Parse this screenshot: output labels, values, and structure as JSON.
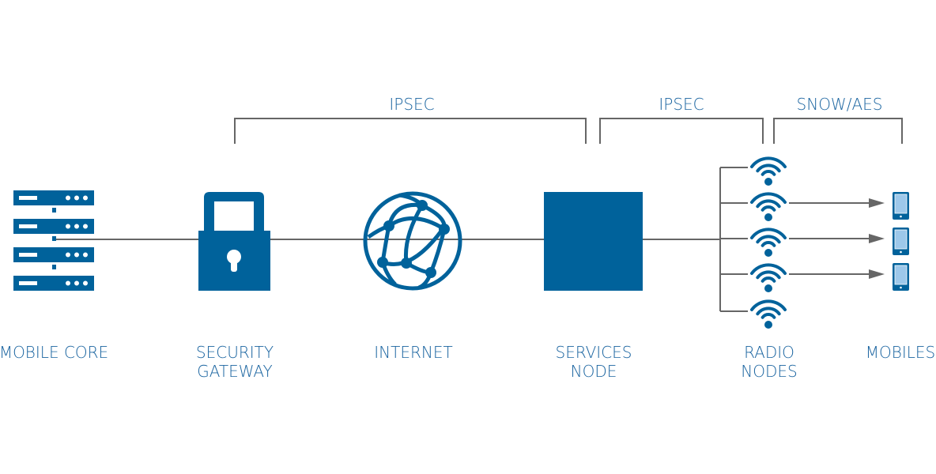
{
  "colors": {
    "brand_blue": "#00629b",
    "line_gray": "#666666",
    "screen_light_blue": "#9dc8ea",
    "label_blue": "#1a64a0"
  },
  "brackets": [
    {
      "label": "IPSEC"
    },
    {
      "label": "IPSEC"
    },
    {
      "label": "SNOW/AES"
    }
  ],
  "nodes": [
    {
      "label_line1": "MOBILE CORE",
      "label_line2": "",
      "icon": "server-rack-icon"
    },
    {
      "label_line1": "SECURITY",
      "label_line2": "GATEWAY",
      "icon": "padlock-icon"
    },
    {
      "label_line1": "INTERNET",
      "label_line2": "",
      "icon": "globe-network-icon"
    },
    {
      "label_line1": "SERVICES",
      "label_line2": "NODE",
      "icon": "square-block-icon"
    },
    {
      "label_line1": "RADIO",
      "label_line2": "NODES",
      "icon": "wifi-icon"
    },
    {
      "label_line1": "MOBILES",
      "label_line2": "",
      "icon": "smartphone-icon"
    }
  ]
}
